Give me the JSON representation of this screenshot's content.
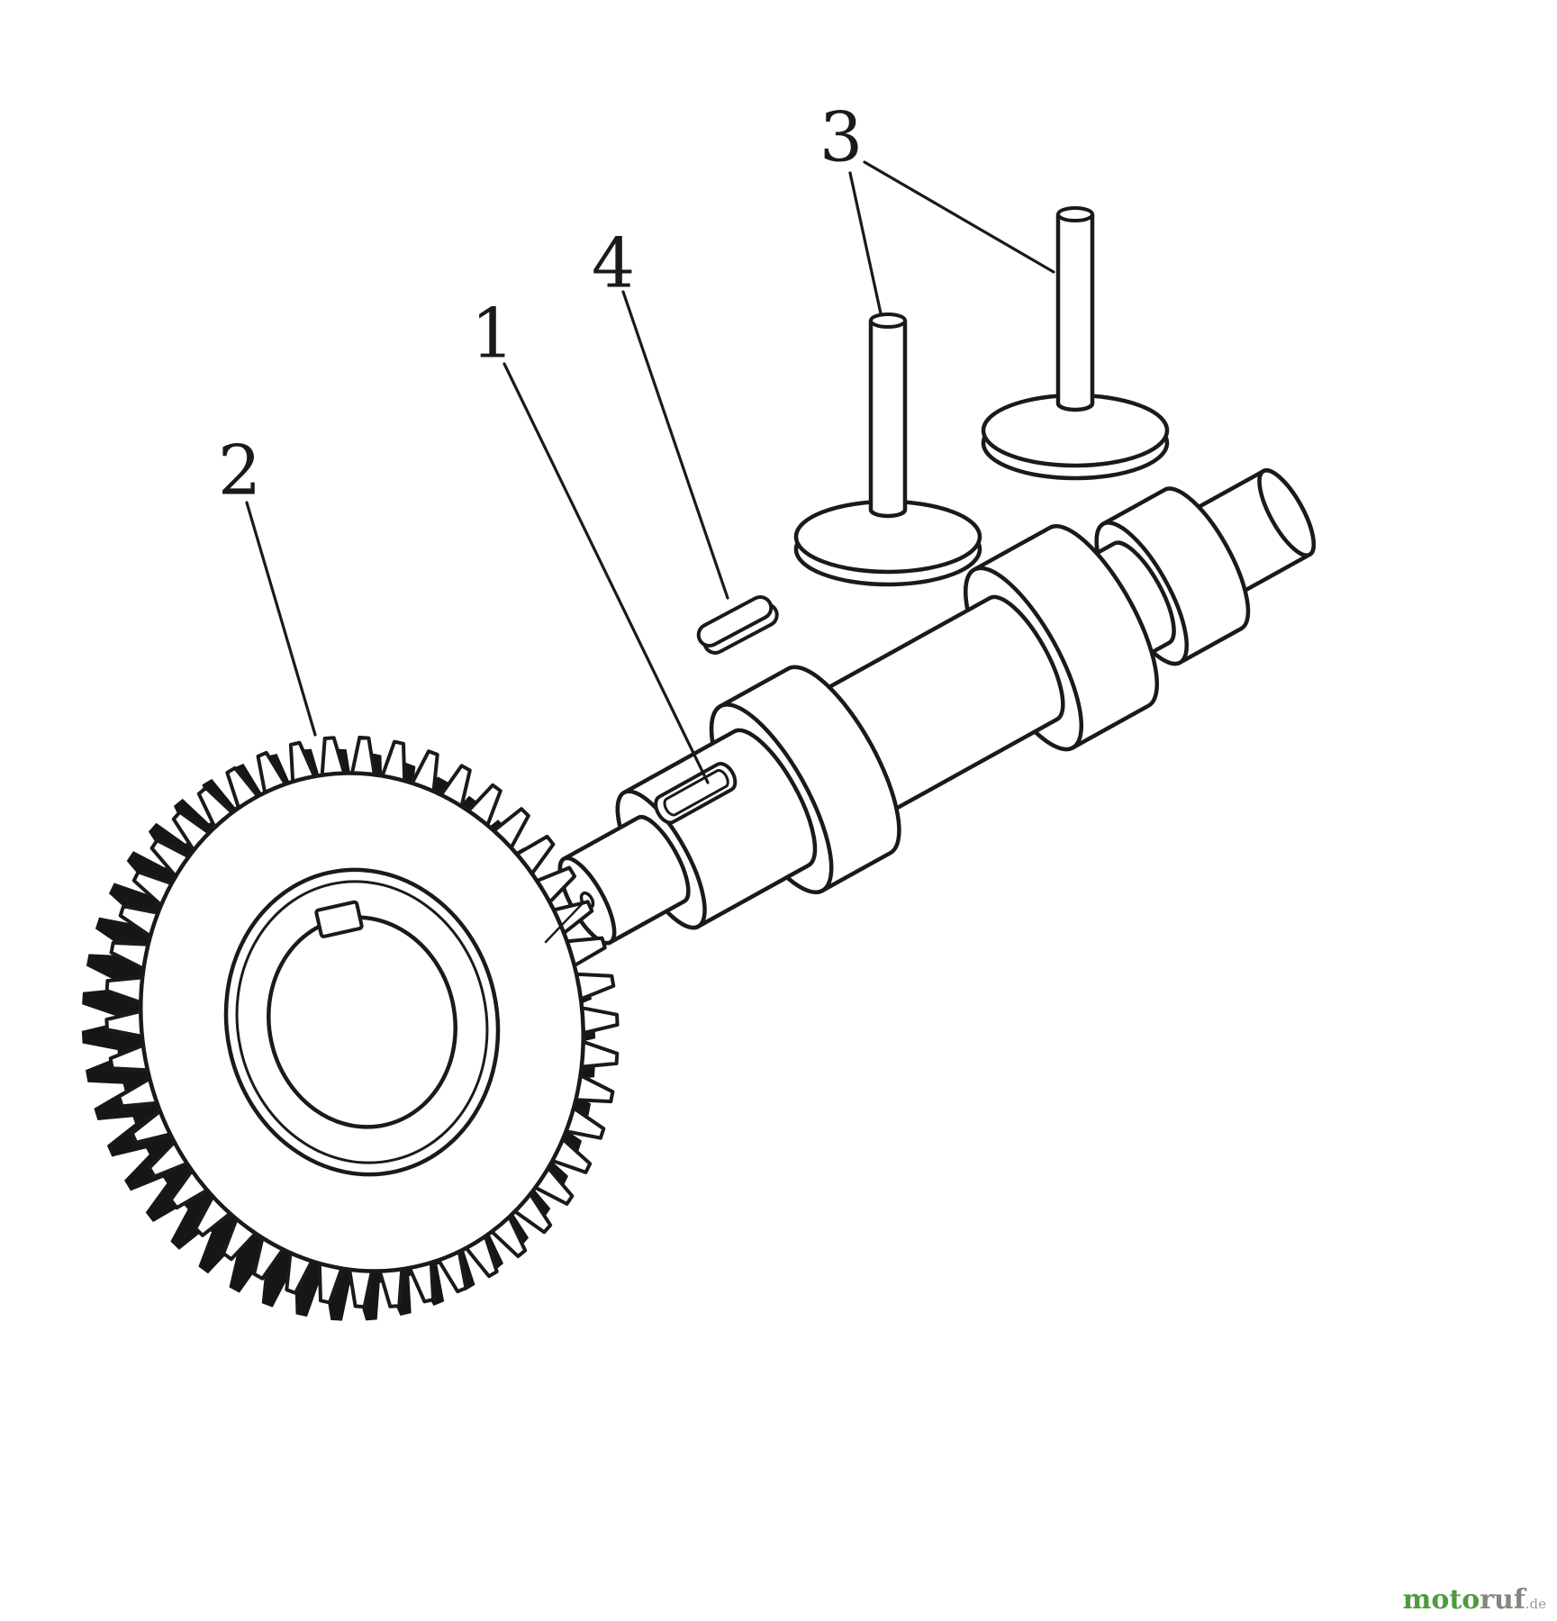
{
  "diagram": {
    "callouts": [
      {
        "label": "1",
        "part": "camshaft"
      },
      {
        "label": "2",
        "part": "camshaft-gear"
      },
      {
        "label": "3",
        "part": "tappets"
      },
      {
        "label": "4",
        "part": "woodruff-key"
      }
    ],
    "colors": {
      "line": "#1a1a1a",
      "background": "#ffffff",
      "gear_back_rim": "#161616"
    }
  },
  "watermark": {
    "brand_part1": "moto",
    "brand_part2": "ruf",
    "tld": ".de",
    "color1": "#4f9b40",
    "color2": "#85867c",
    "tld_color": "#9a9a9a"
  }
}
